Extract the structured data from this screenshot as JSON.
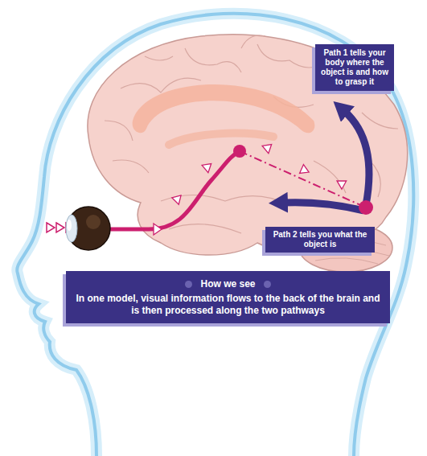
{
  "diagram": {
    "nodes": [
      {
        "text": [
          "Path 1 tells your body where the object is and how to grasp it"
        ]
      },
      {
        "text": [
          "Path 2 tells you what the object is"
        ]
      },
      {
        "text": [
          "How we see",
          "In one model, visual information flows to the back of the brain and is then processed along the two pathways"
        ]
      }
    ]
  }
}
